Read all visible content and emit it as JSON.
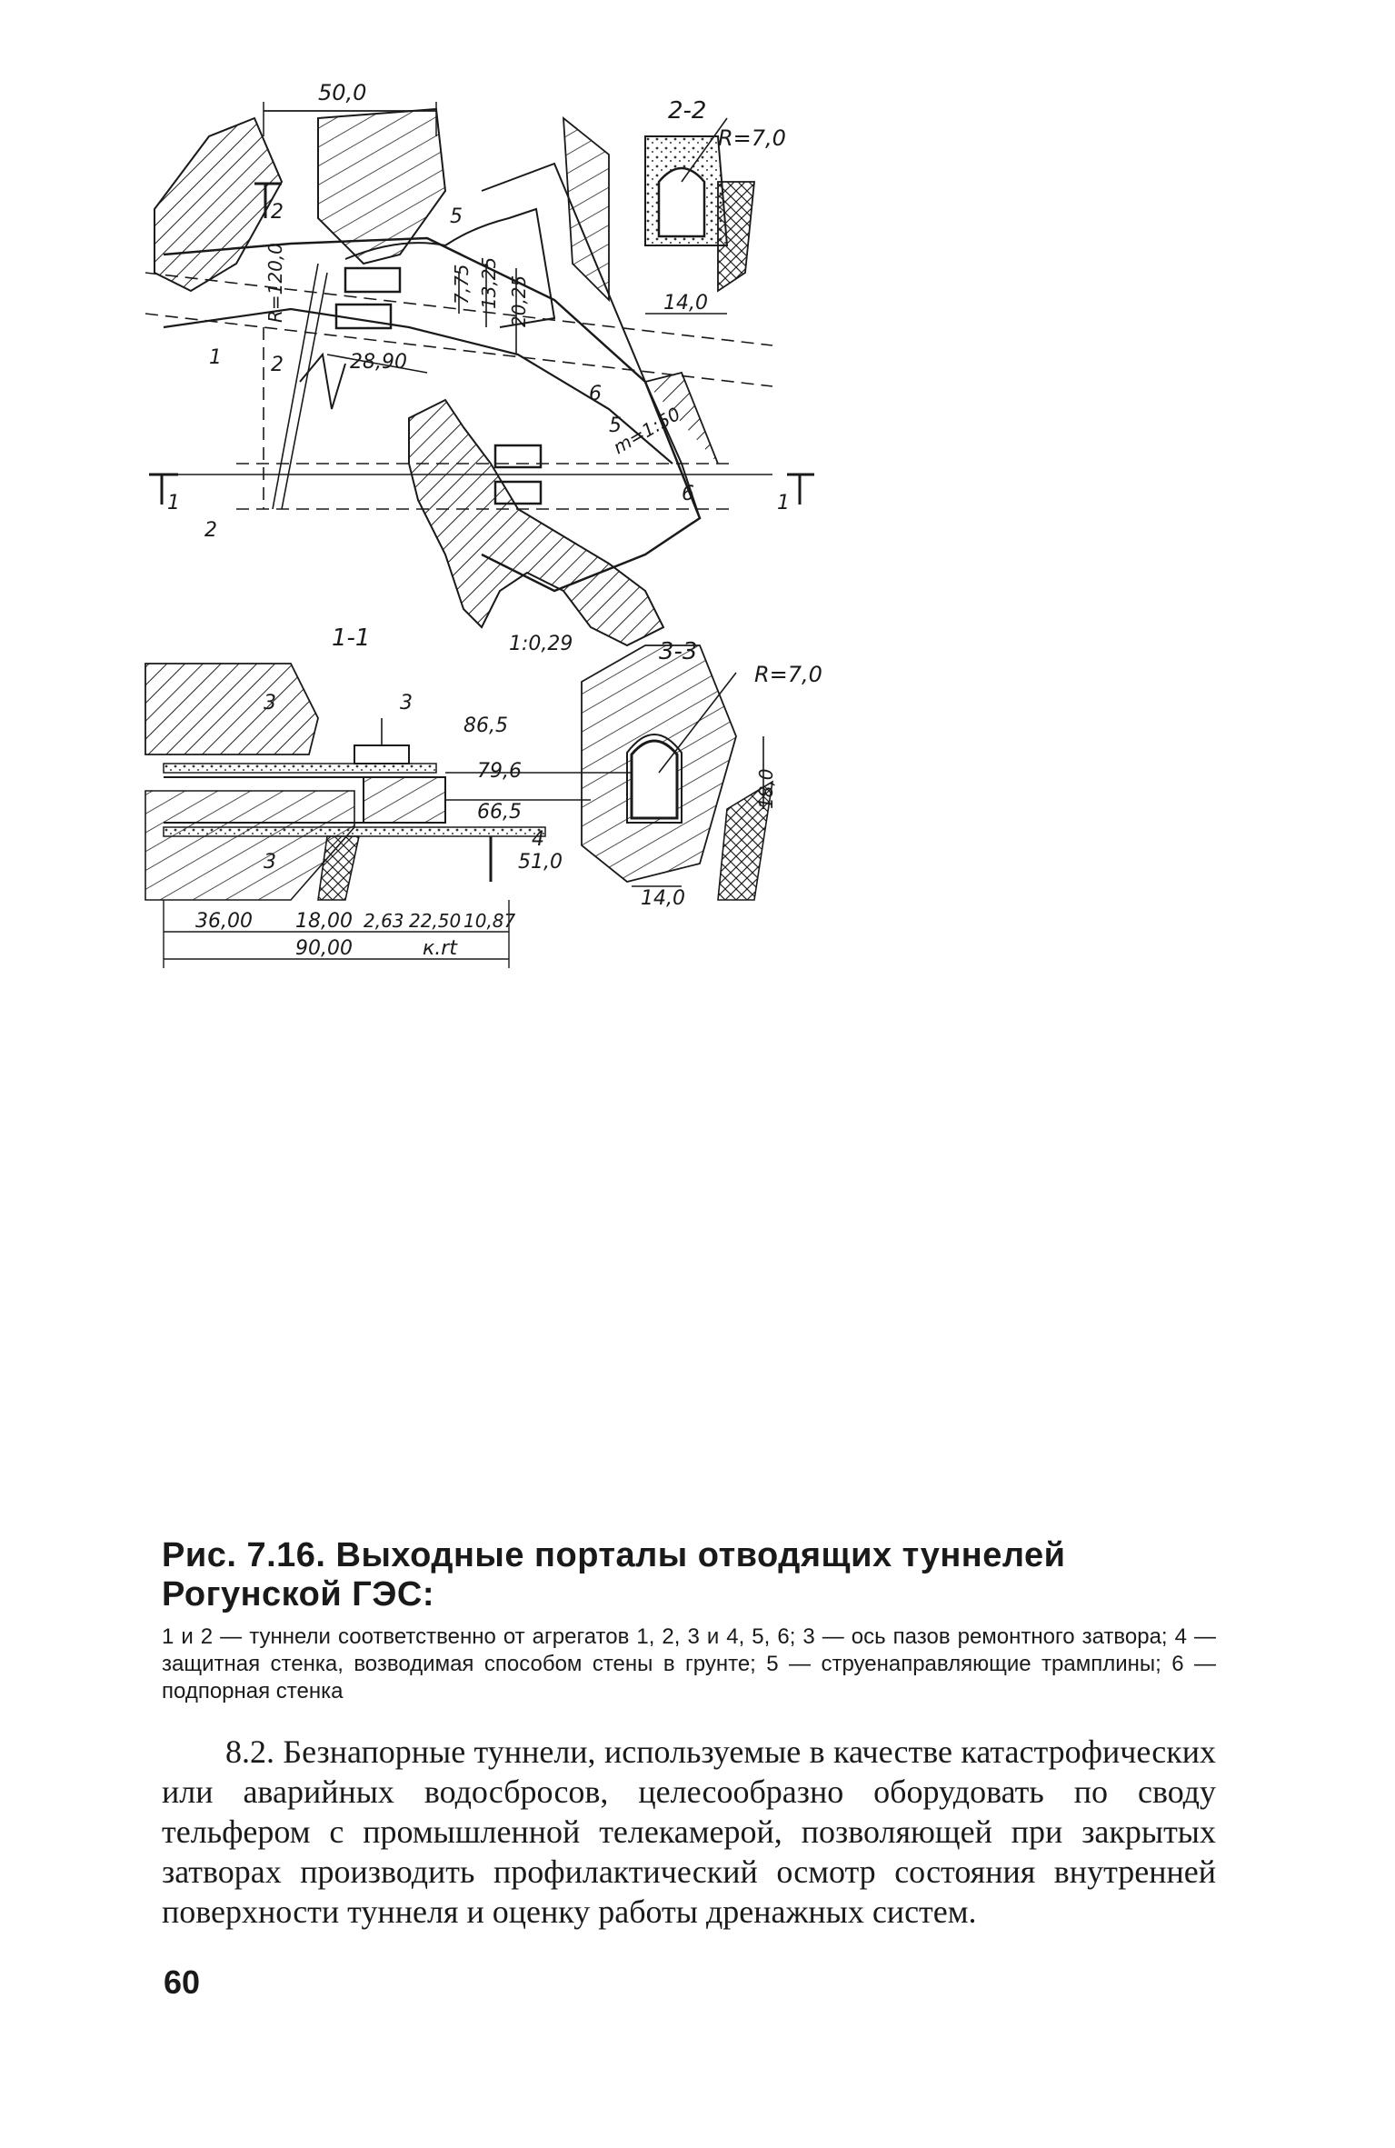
{
  "figure": {
    "labels": {
      "dim_top": "50,0",
      "section_22": "2-2",
      "radius_top": "R=7,0",
      "mark_2_top": "2",
      "mark_5a": "5",
      "radius_120": "R=120,0",
      "dim_775": "7,75",
      "dim_1325": "13,25",
      "dim_2025": "20,25",
      "dim_140_top": "14,0",
      "mark_1": "1",
      "mark_2_mid": "2",
      "dim_2890": "28,90",
      "mark_6a": "6",
      "mark_5b": "5",
      "slope": "m=1:50",
      "mark_6b": "6",
      "sec_1_left": "1",
      "sec_1_right": "1",
      "mark_2_low": "2",
      "section_11": "1-1",
      "slope_029": "1:0,29",
      "section_33": "3-3",
      "radius_bottom": "R=7,0",
      "mark_3_top": "3",
      "mark_3_arrow": "3",
      "elev_865": "86,5",
      "elev_796": "79,6",
      "elev_665": "66,5",
      "elev_510": "51,0",
      "mark_4": "4",
      "mark_3_low": "3",
      "dim_180_right": "18,0",
      "dim_140_bottom": "14,0",
      "dim_3600": "36,00",
      "dim_1800": "18,00",
      "dim_263": "2,63",
      "dim_2250": "22,50",
      "dim_1087": "10,87",
      "dim_9000": "90,00",
      "dim_krt": "к.rt"
    }
  },
  "caption": {
    "title": "Рис. 7.16. Выходные порталы отводящих туннелей Рогунской ГЭС:",
    "legend": "1 и 2 — туннели соответственно от агрегатов 1, 2, 3 и 4, 5, 6; 3 — ось пазов ремонтного затвора; 4 — защитная стенка, возводимая способом стены в грунте; 5 — струенаправляющие трамплины; 6 — подпорная стенка"
  },
  "body_text": "8.2. Безнапорные туннели, используемые в качестве катастрофических или аварийных водосбросов, целесообразно оборудовать по своду тельфером с промышленной телекамерой, позволяющей при закрытых затворах производить профилактический осмотр состояния внутренней поверхности туннеля и оценку работы дренажных систем.",
  "page_number": "60"
}
